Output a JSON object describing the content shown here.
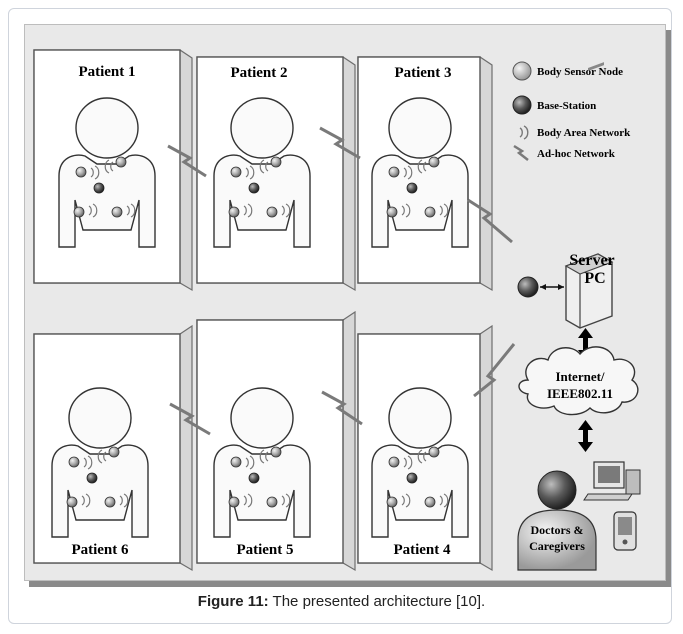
{
  "patients": [
    {
      "label": "Patient 1"
    },
    {
      "label": "Patient 2"
    },
    {
      "label": "Patient 3"
    },
    {
      "label": "Patient 6"
    },
    {
      "label": "Patient 5"
    },
    {
      "label": "Patient 4"
    }
  ],
  "legend": {
    "body_sensor_node": "Body Sensor Node",
    "base_station": "Base-Station",
    "body_area_network": "Body Area Network",
    "adhoc_network": "Ad-hoc Network"
  },
  "server": {
    "line1": "Server",
    "line2": "PC"
  },
  "internet": {
    "line1": "Internet/",
    "line2": "IEEE802.11"
  },
  "doctors": {
    "line1": "Doctors &",
    "line2": "Caregivers"
  },
  "caption": {
    "bold": "Figure 11:",
    "text": " The presented architecture [10]."
  }
}
